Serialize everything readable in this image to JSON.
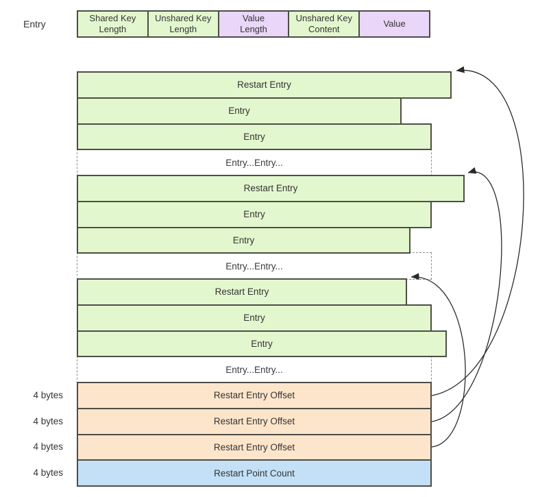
{
  "colors": {
    "c-green": "#e3f7cf",
    "c-purple": "#e9d6f8",
    "c-orange": "#fde5cb",
    "c-blue": "#c3e0f6",
    "c-border": "#4d4d46",
    "c-dash": "#8a8a8a",
    "c-arrow": "#2a2a2a",
    "c-text": "#333333"
  },
  "legend": {
    "label": "Entry",
    "cells": [
      {
        "label": "Shared Key\nLength",
        "color": "green"
      },
      {
        "label": "Unshared Key\nLength",
        "color": "green"
      },
      {
        "label": "Value\nLength",
        "color": "purple"
      },
      {
        "label": "Unshared Key\nContent",
        "color": "green"
      },
      {
        "label": "Value",
        "color": "purple"
      }
    ]
  },
  "stack": {
    "rows": [
      {
        "label": "Restart Entry",
        "type": "green"
      },
      {
        "label": "Entry",
        "type": "green"
      },
      {
        "label": "Entry",
        "type": "green"
      },
      {
        "label": "Entry...Entry...",
        "type": "dashed"
      },
      {
        "label": "Restart Entry",
        "type": "green"
      },
      {
        "label": "Entry",
        "type": "green"
      },
      {
        "label": "Entry",
        "type": "green"
      },
      {
        "label": "Entry...Entry...",
        "type": "dashed"
      },
      {
        "label": "Restart Entry",
        "type": "green"
      },
      {
        "label": "Entry",
        "type": "green"
      },
      {
        "label": "Entry",
        "type": "green"
      },
      {
        "label": "Entry...Entry...",
        "type": "dashed"
      },
      {
        "label": "Restart Entry Offset",
        "type": "orange",
        "size_label": "4 bytes"
      },
      {
        "label": "Restart Entry Offset",
        "type": "orange",
        "size_label": "4 bytes"
      },
      {
        "label": "Restart Entry Offset",
        "type": "orange",
        "size_label": "4 bytes"
      },
      {
        "label": "Restart Point Count",
        "type": "blue",
        "size_label": "4 bytes"
      }
    ]
  },
  "arrows": [
    {
      "name": "offset-1-to-restart-entry-1"
    },
    {
      "name": "offset-2-to-restart-entry-2"
    },
    {
      "name": "offset-3-to-restart-entry-3"
    }
  ]
}
